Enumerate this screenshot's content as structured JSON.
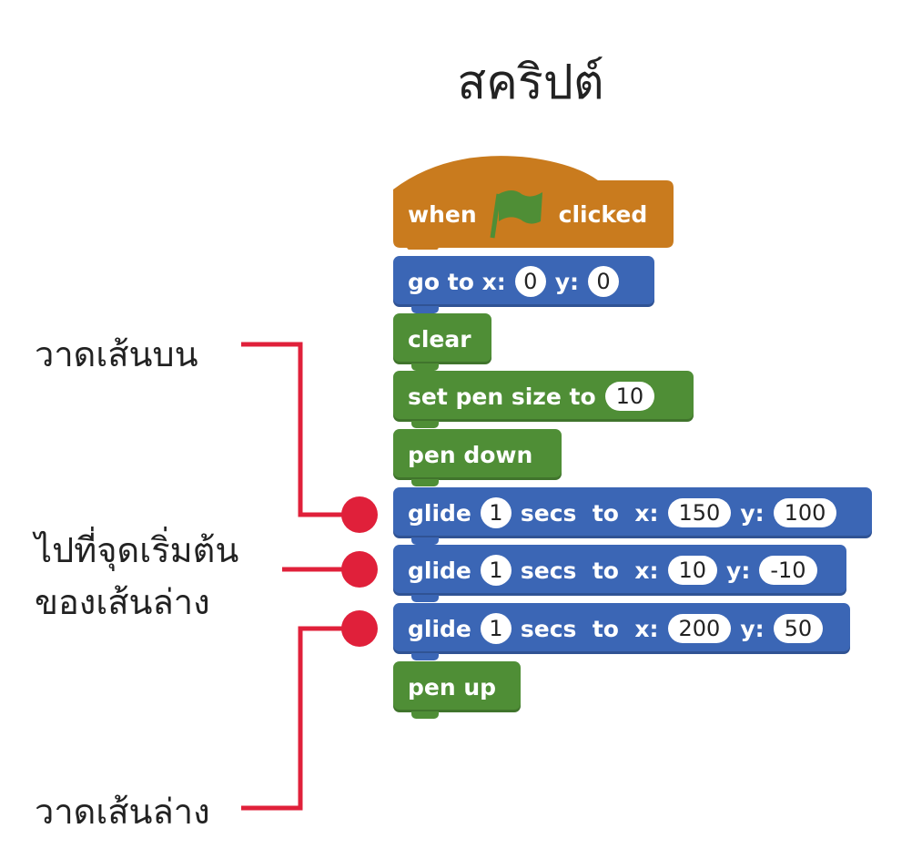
{
  "title": "สคริปต์",
  "annotations": {
    "draw_top": "วาดเส้นบน",
    "goto_start_line1": "ไปที่จุดเริ่มต้น",
    "goto_start_line2": "ของเส้นล่าง",
    "draw_bottom": "วาดเส้นล่าง"
  },
  "colors": {
    "events": "#C97B1E",
    "motion": "#3B66B5",
    "pen": "#4F8E36",
    "marker": "#E0203A"
  },
  "script": {
    "hat": {
      "when": "when",
      "clicked": "clicked",
      "icon": "green-flag-icon"
    },
    "goto": {
      "label": "go to x:",
      "x": "0",
      "ylabel": "y:",
      "y": "0"
    },
    "clear": "clear",
    "pen_size": {
      "label": "set pen size to",
      "value": "10"
    },
    "pen_down": "pen down",
    "glides": [
      {
        "glide": "glide",
        "secs": "1",
        "mid": "secs  to  x:",
        "x": "150",
        "ylabel": "y:",
        "y": "100"
      },
      {
        "glide": "glide",
        "secs": "1",
        "mid": "secs  to  x:",
        "x": "10",
        "ylabel": "y:",
        "y": "-10"
      },
      {
        "glide": "glide",
        "secs": "1",
        "mid": "secs  to  x:",
        "x": "200",
        "ylabel": "y:",
        "y": "50"
      }
    ],
    "pen_up": "pen up"
  }
}
